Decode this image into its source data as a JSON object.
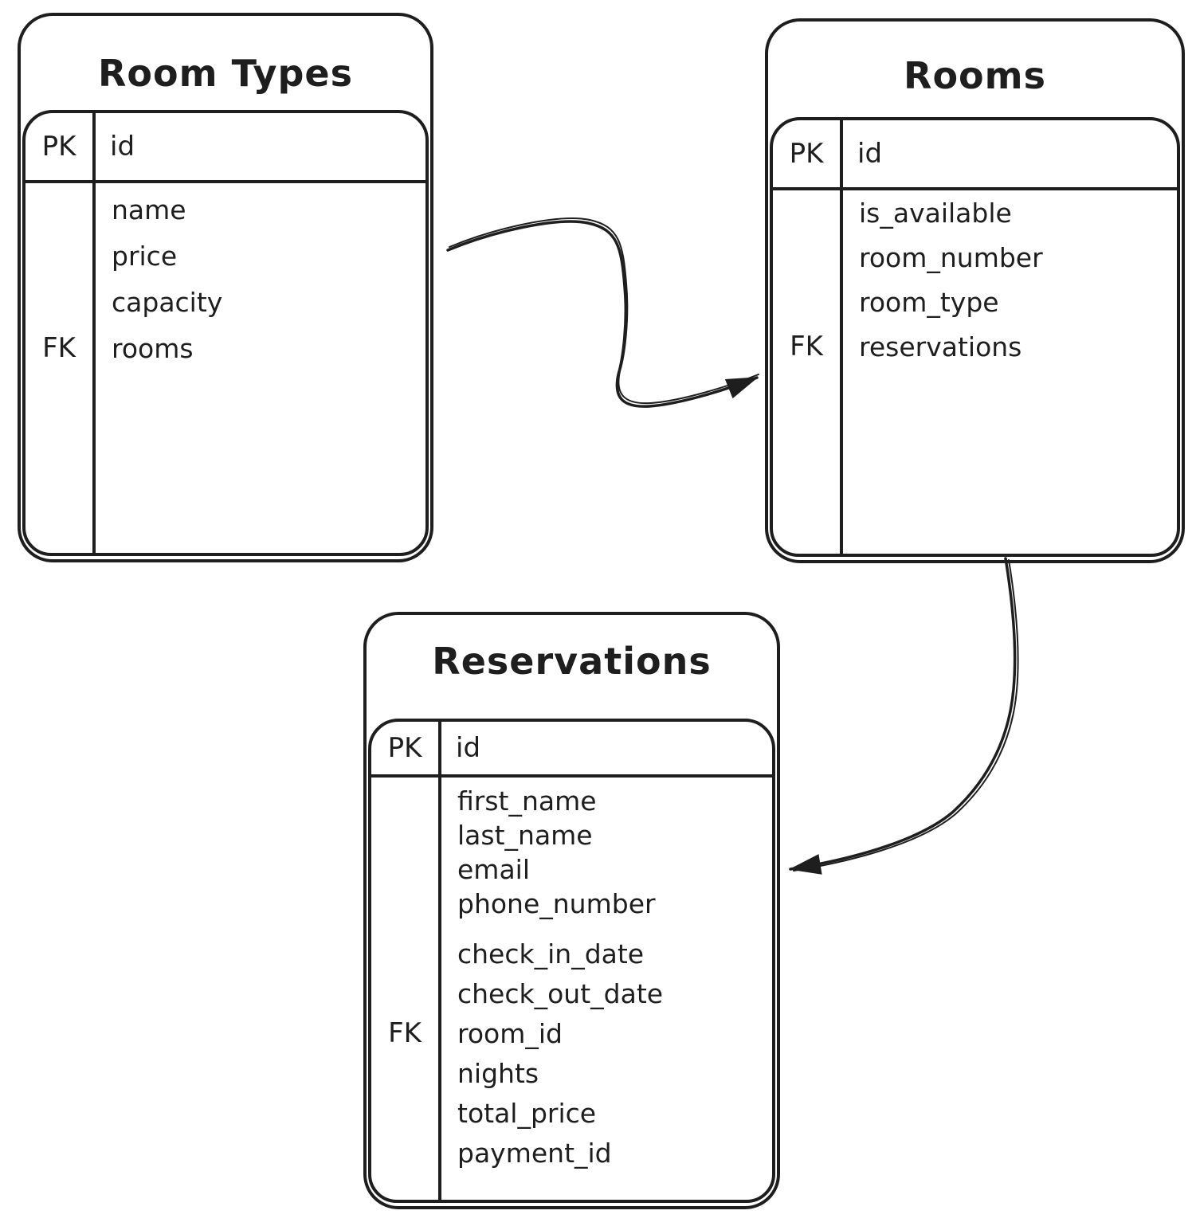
{
  "diagram": {
    "background_color": "#ffffff",
    "stroke_color": "#1e1e1e",
    "tables": [
      {
        "id": "room_types",
        "title": "Room Types",
        "header": {
          "key": "PK",
          "field": "id"
        },
        "rows": [
          {
            "key": "",
            "field": "name"
          },
          {
            "key": "",
            "field": "price"
          },
          {
            "key": "",
            "field": "capacity"
          },
          {
            "key": "FK",
            "field": "rooms"
          }
        ]
      },
      {
        "id": "rooms",
        "title": "Rooms",
        "header": {
          "key": "PK",
          "field": "id"
        },
        "rows": [
          {
            "key": "",
            "field": "is_available"
          },
          {
            "key": "",
            "field": "room_number"
          },
          {
            "key": "",
            "field": "room_type"
          },
          {
            "key": "FK",
            "field": "reservations"
          }
        ]
      },
      {
        "id": "reservations",
        "title": "Reservations",
        "header": {
          "key": "PK",
          "field": "id"
        },
        "rows": [
          {
            "key": "",
            "field": "first_name"
          },
          {
            "key": "",
            "field": "last_name"
          },
          {
            "key": "",
            "field": "email"
          },
          {
            "key": "",
            "field": "phone_number"
          },
          {
            "key": "",
            "field": "check_in_date"
          },
          {
            "key": "",
            "field": "check_out_date"
          },
          {
            "key": "FK",
            "field": "room_id"
          },
          {
            "key": "",
            "field": "nights"
          },
          {
            "key": "",
            "field": "total_price"
          },
          {
            "key": "",
            "field": "payment_id"
          }
        ]
      }
    ],
    "relationships": [
      {
        "from": "Room Types",
        "to": "Rooms"
      },
      {
        "from": "Rooms",
        "to": "Reservations"
      }
    ]
  }
}
